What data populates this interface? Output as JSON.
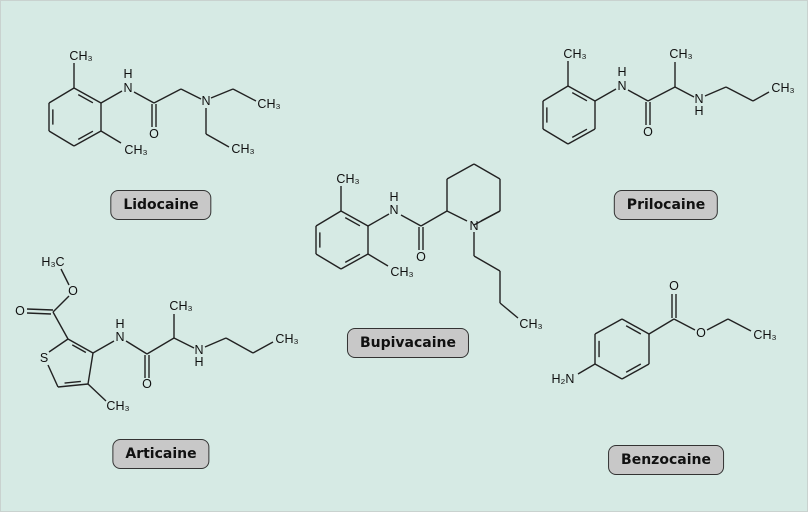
{
  "lidocaine": {
    "name": "Lidocaine",
    "atoms": [
      "CH₃",
      "N",
      "H",
      "O",
      "N",
      "CH₃",
      "CH₃",
      "CH₃"
    ]
  },
  "prilocaine": {
    "name": "Prilocaine",
    "atoms": [
      "CH₃",
      "N",
      "H",
      "O",
      "CH₃",
      "N",
      "H",
      "CH₃"
    ]
  },
  "bupivacaine": {
    "name": "Bupivacaine",
    "atoms": [
      "CH₃",
      "N",
      "H",
      "O",
      "CH₃",
      "N",
      "CH₃"
    ]
  },
  "articaine": {
    "name": "Articaine",
    "atoms": [
      "S",
      "O",
      "O",
      "H₃C",
      "N",
      "H",
      "O",
      "CH₃",
      "N",
      "H",
      "CH₃",
      "CH₃"
    ]
  },
  "benzocaine": {
    "name": "Benzocaine",
    "atoms": [
      "O",
      "O",
      "CH₃",
      "H₂N"
    ]
  },
  "colors": {
    "background": "#d6eae4",
    "label_fill": "#c8c8c8",
    "bond": "#222222"
  }
}
